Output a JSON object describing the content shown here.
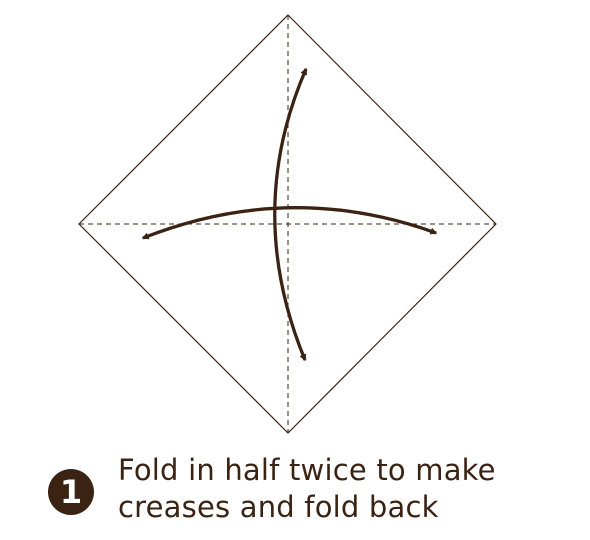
{
  "colors": {
    "ink": "#3b2314",
    "paper": "#ffffff"
  },
  "diagram": {
    "shape": "square paper rotated as a diamond",
    "creases": [
      "vertical dashed crease",
      "horizontal dashed crease"
    ],
    "arrows": [
      "vertical double-headed curved fold arrow",
      "horizontal double-headed curved fold arrow"
    ]
  },
  "step": {
    "number": "1",
    "line1": "Fold in half twice to make",
    "line2": "creases and fold back"
  }
}
